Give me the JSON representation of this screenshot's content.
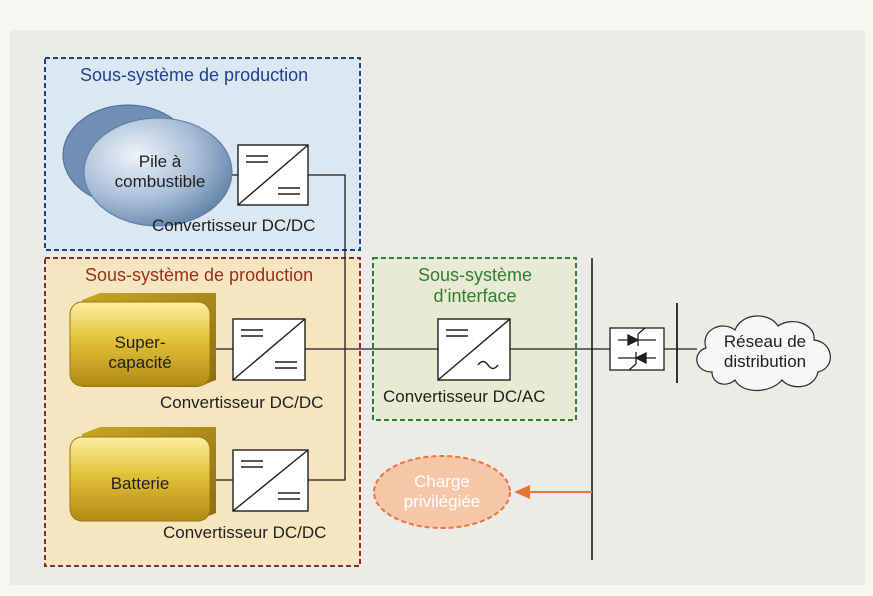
{
  "subsystems": {
    "production_top": {
      "title": "Sous-système de production",
      "color": "#1f3f8f",
      "fill": "#dbe7f1"
    },
    "production_bottom": {
      "title": "Sous-système de production",
      "color": "#8e2b22",
      "fill": "#f6e6bf"
    },
    "interface": {
      "title_line1": "Sous-système",
      "title_line2": "d’interface",
      "color": "#2e7d32",
      "fill": "#e8ead3"
    }
  },
  "components": {
    "fuel_cell": {
      "line1": "Pile à",
      "line2": "combustible",
      "icon": "fuel-cell-disc-icon"
    },
    "supercap": {
      "line1": "Super-",
      "line2": "capacité",
      "icon": "supercapacitor-block-icon"
    },
    "battery": {
      "label": "Batterie",
      "icon": "battery-block-icon"
    },
    "converter_dcdc_1": {
      "label": "Convertisseur DC/DC",
      "icon": "dc-dc-converter-icon"
    },
    "converter_dcdc_2": {
      "label": "Convertisseur DC/DC",
      "icon": "dc-dc-converter-icon"
    },
    "converter_dcdc_3": {
      "label": "Convertisseur DC/DC",
      "icon": "dc-dc-converter-icon"
    },
    "converter_dcac": {
      "label": "Convertisseur DC/AC",
      "icon": "dc-ac-inverter-icon"
    },
    "grid": {
      "line1": "Réseau de",
      "line2": "distribution",
      "icon": "cloud-icon"
    },
    "priority_load": {
      "line1": "Charge",
      "line2": "privilégiée",
      "color": "#e8743b",
      "fill": "#f6c6a8"
    }
  }
}
